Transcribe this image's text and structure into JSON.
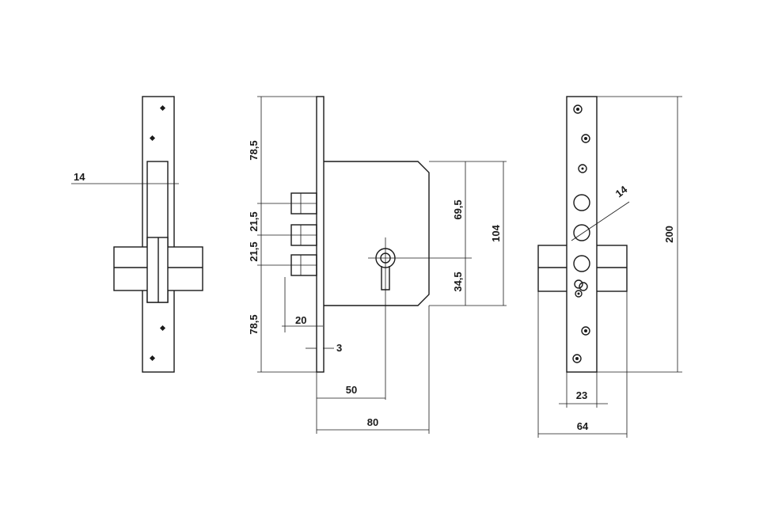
{
  "drawing": {
    "side_view": {
      "dim_faceplate_thickness": "14"
    },
    "front_view": {
      "dim_top_height": "78,5",
      "dim_bolt_pitch_upper": "21,5",
      "dim_bolt_pitch_lower": "21,5",
      "dim_bottom_height": "78,5",
      "dim_case_upper": "69,5",
      "dim_case_lower": "34,5",
      "dim_case_height": "104",
      "dim_bolt_throw": "20",
      "dim_plate_thickness": "3",
      "dim_backset": "50",
      "dim_case_depth": "80"
    },
    "faceplate_view": {
      "dim_bolt_diameter": "14",
      "dim_total_height": "200",
      "dim_faceplate_width": "23",
      "dim_strike_width": "64"
    }
  }
}
